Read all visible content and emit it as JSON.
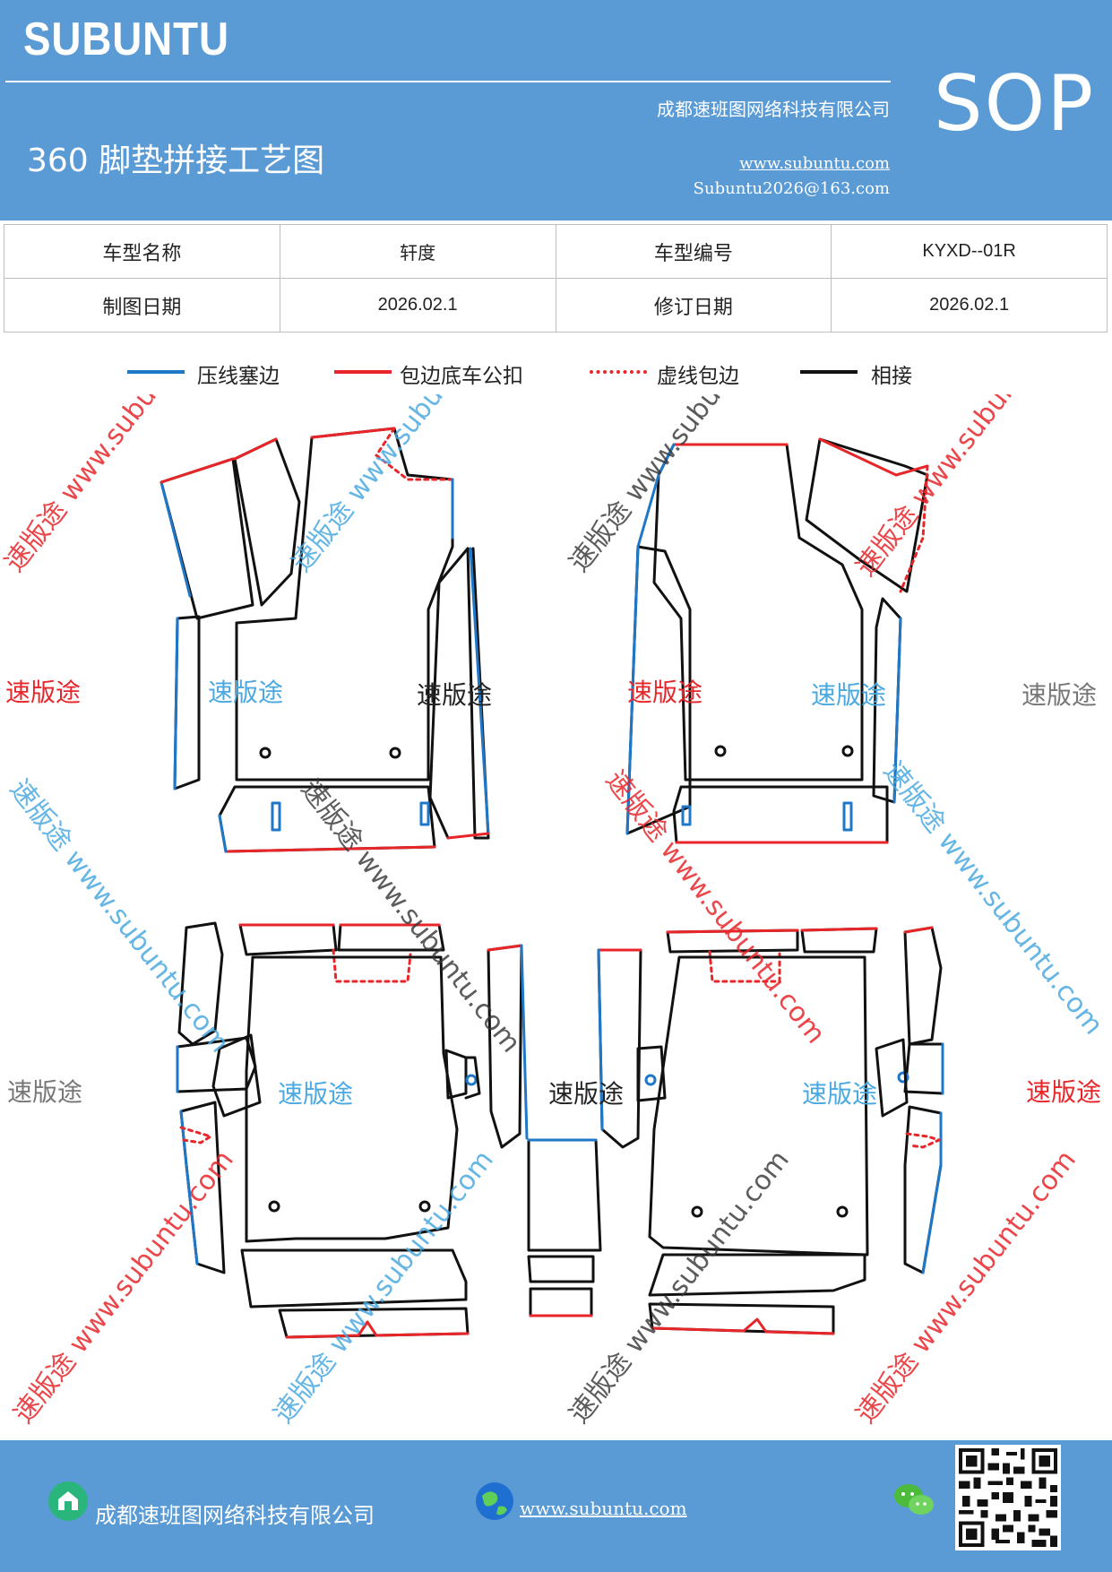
{
  "header": {
    "brand": "SUBUNTU",
    "sop": "SOP",
    "company": "成都速班图网络科技有限公司",
    "title": "360 脚垫拼接工艺图",
    "url": "www.subuntu.com",
    "email": "Subuntu2026@163.com",
    "background": "#5b9bd5"
  },
  "info_table": {
    "row1": {
      "label1": "车型名称",
      "value1": "轩度",
      "label2": "车型编号",
      "value2": "KYXD--01R"
    },
    "row2": {
      "label1": "制图日期",
      "value1": "2026.02.1",
      "label2": "修订日期",
      "value2": "2026.02.1"
    }
  },
  "legend": [
    {
      "label": "压线塞边",
      "style": "solid",
      "color": "#1f77c8"
    },
    {
      "label": "包边底车公扣",
      "style": "solid",
      "color": "#e8262a"
    },
    {
      "label": "虚线包边",
      "style": "dotted",
      "color": "#e8262a"
    },
    {
      "label": "相接",
      "style": "solid",
      "color": "#111111"
    }
  ],
  "watermarks": {
    "brand": "速版途",
    "diagonal": "速版途 www.subuntu.com",
    "colors": {
      "red": "#e8262a",
      "blue": "#4aa9e0",
      "dark": "#333333",
      "gray": "#777777"
    }
  },
  "footer": {
    "company": "成都速班图网络科技有限公司",
    "url": "www.subuntu.com",
    "icons": [
      "company-icon",
      "globe-icon",
      "wechat-icon",
      "qr-code-icon"
    ]
  }
}
